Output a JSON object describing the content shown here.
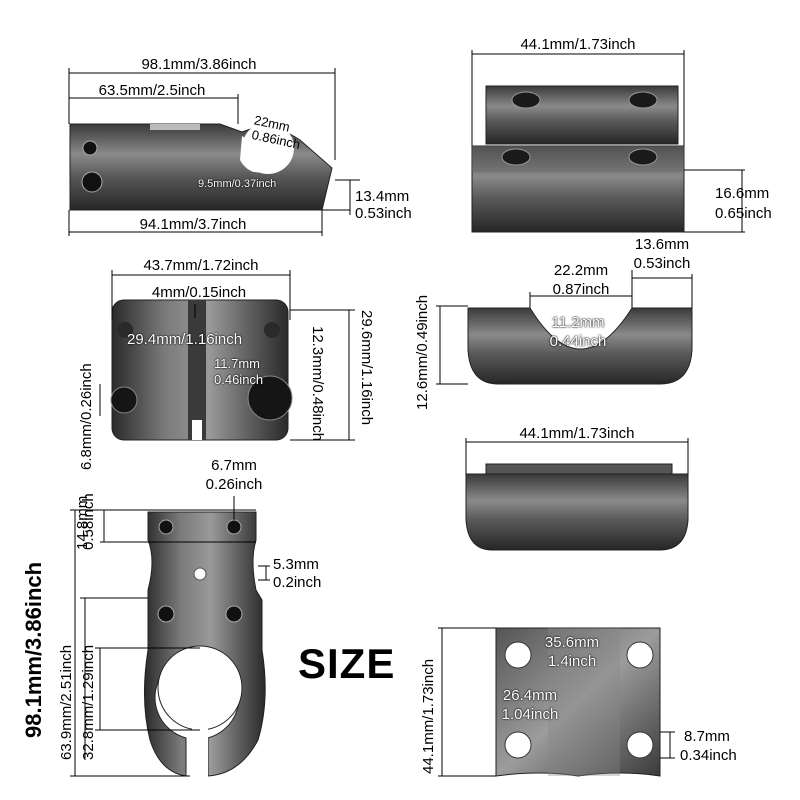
{
  "heading": "SIZE",
  "side_clamp": {
    "length_total": "98.1mm/3.86inch",
    "length_top": "63.5mm/2.5inch",
    "bore_mm": "22mm",
    "bore_in": "0.86inch",
    "hole": "9.5mm/0.37inch",
    "tip_mm": "13.4mm",
    "tip_in": "0.53inch",
    "length_bottom": "94.1mm/3.7inch"
  },
  "block_top": {
    "width": "44.1mm/1.73inch",
    "height_mm": "16.6mm",
    "height_in": "0.65inch"
  },
  "cylinder": {
    "width": "43.7mm/1.72inch",
    "slot": "4mm/0.15inch",
    "inner": "29.4mm/1.16inch",
    "bore_mm": "11.7mm",
    "bore_in": "0.46inch",
    "depth": "12.3mm/0.48inch",
    "height": "29.6mm/1.16inch",
    "side_hole": "6.8mm/0.26inch"
  },
  "saddle": {
    "height": "12.6mm/0.49inch",
    "top_mm": "22.2mm",
    "top_in": "0.87inch",
    "edge_mm": "13.6mm",
    "edge_in": "0.53inch",
    "bottom_mm": "11.2mm",
    "bottom_in": "0.44inch"
  },
  "block_front": {
    "width": "44.1mm/1.73inch"
  },
  "front_clamp": {
    "hole_spacing_mm": "6.7mm",
    "hole_spacing_in": "0.26inch",
    "top_mm": "14.8mm",
    "top_in": "0.58inch",
    "small_hole_mm": "5.3mm",
    "small_hole_in": "0.2inch",
    "total": "98.1mm/3.86inch",
    "mid": "63.9mm/2.51inch",
    "ring": "32.8mm/1.29inch"
  },
  "plate": {
    "height": "44.1mm/1.73inch",
    "spacing_mm": "35.6mm",
    "spacing_in": "1.4inch",
    "inner_mm": "26.4mm",
    "inner_in": "1.04inch",
    "hole_mm": "8.7mm",
    "hole_in": "0.34inch"
  }
}
